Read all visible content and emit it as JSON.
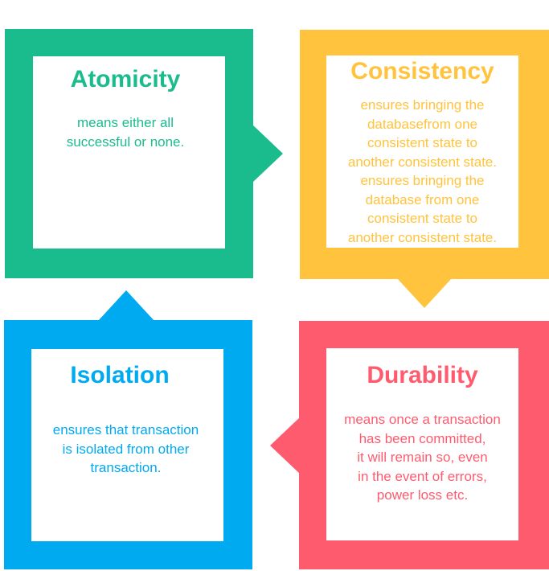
{
  "diagram": {
    "properties": [
      {
        "key": "atomicity",
        "title": "Atomicity",
        "description": "means either all\nsuccessful or none.",
        "color": "#1ABC8E"
      },
      {
        "key": "consistency",
        "title": "Consistency",
        "description": "ensures bringing the\ndatabasefrom one\nconsistent state to\nanother consistent state.\nensures bringing the\ndatabase from one\nconsistent state to\nanother consistent state.",
        "color": "#FFC33D"
      },
      {
        "key": "durability",
        "title": "Durability",
        "description": "means once a transaction\nhas been committed,\nit will remain so, even\nin the event of errors,\npower loss etc.",
        "color": "#FF5B6E"
      },
      {
        "key": "isolation",
        "title": "Isolation",
        "description": "ensures that transaction\nis isolated from other\ntransaction.",
        "color": "#00AAF0"
      }
    ]
  }
}
